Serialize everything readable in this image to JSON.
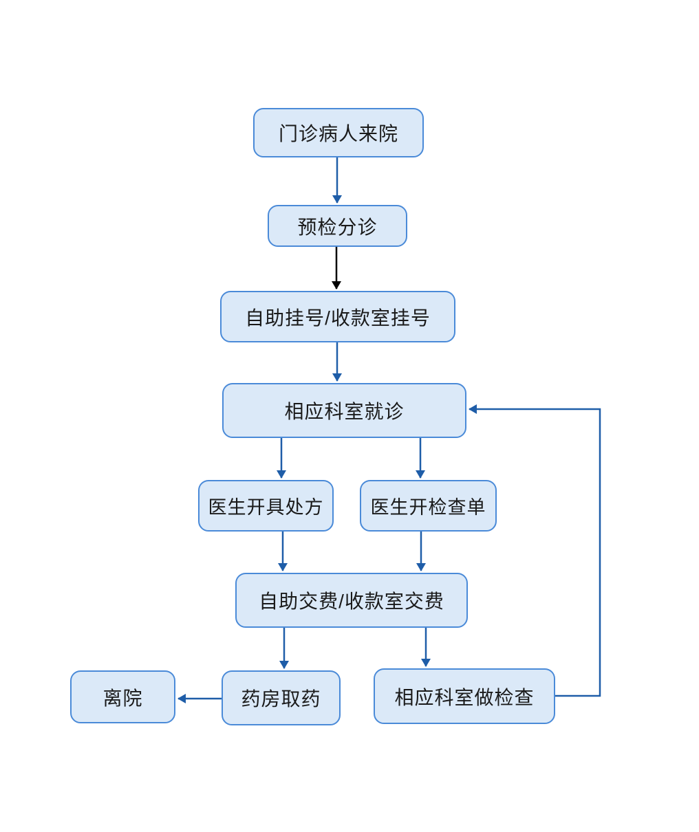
{
  "diagram": {
    "type": "flowchart",
    "background": "#ffffff",
    "colors": {
      "node_fill": "#dbe9f8",
      "node_border": "#4a8ad8",
      "arrow_blue": "#1e5da8",
      "arrow_black": "#000000",
      "text": "#1a1a1a"
    },
    "nodes": [
      {
        "id": "arrive",
        "label": "门诊病人来院"
      },
      {
        "id": "triage",
        "label": "预检分诊"
      },
      {
        "id": "register",
        "label": "自助挂号/收款室挂号"
      },
      {
        "id": "visit",
        "label": "相应科室就诊"
      },
      {
        "id": "prescribe",
        "label": "医生开具处方"
      },
      {
        "id": "order",
        "label": "医生开检查单"
      },
      {
        "id": "pay",
        "label": "自助交费/收款室交费"
      },
      {
        "id": "pharmacy",
        "label": "药房取药"
      },
      {
        "id": "leave",
        "label": "离院"
      },
      {
        "id": "exam",
        "label": "相应科室做检查"
      }
    ],
    "edges": [
      {
        "from": "arrive",
        "to": "triage",
        "color": "blue",
        "style": "straight"
      },
      {
        "from": "triage",
        "to": "register",
        "color": "black",
        "style": "straight"
      },
      {
        "from": "register",
        "to": "visit",
        "color": "blue",
        "style": "straight"
      },
      {
        "from": "visit",
        "to": "prescribe",
        "color": "blue",
        "style": "straight"
      },
      {
        "from": "visit",
        "to": "order",
        "color": "blue",
        "style": "straight"
      },
      {
        "from": "prescribe",
        "to": "pay",
        "color": "blue",
        "style": "straight"
      },
      {
        "from": "order",
        "to": "pay",
        "color": "blue",
        "style": "straight"
      },
      {
        "from": "pay",
        "to": "pharmacy",
        "color": "blue",
        "style": "straight"
      },
      {
        "from": "pay",
        "to": "exam",
        "color": "blue",
        "style": "straight"
      },
      {
        "from": "pharmacy",
        "to": "leave",
        "color": "blue",
        "style": "straight"
      },
      {
        "from": "exam",
        "to": "visit",
        "color": "blue",
        "style": "elbow-right-loop"
      }
    ]
  }
}
